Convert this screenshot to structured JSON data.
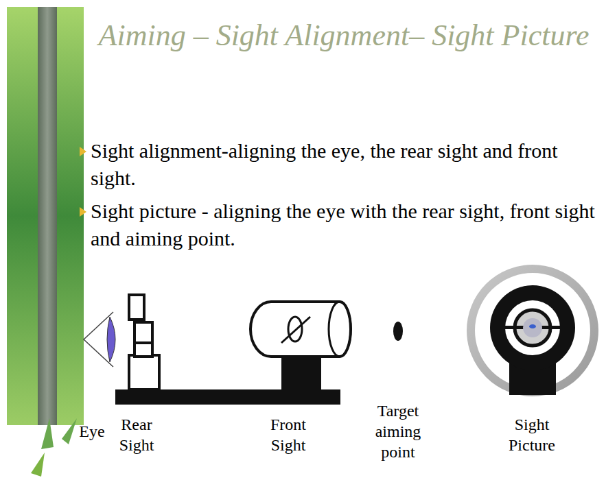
{
  "diagram": {
    "title": "Aiming – Sight Alignment– Sight Picture",
    "labels": [
      "Sight alignment-aligning the eye, the rear sight and front sight.",
      "Sight picture - aligning the eye with the rear sight, front sight and aiming point.",
      "Eye",
      "Rear Sight",
      "Front Sight",
      "Target aiming point",
      "Sight Picture"
    ]
  }
}
